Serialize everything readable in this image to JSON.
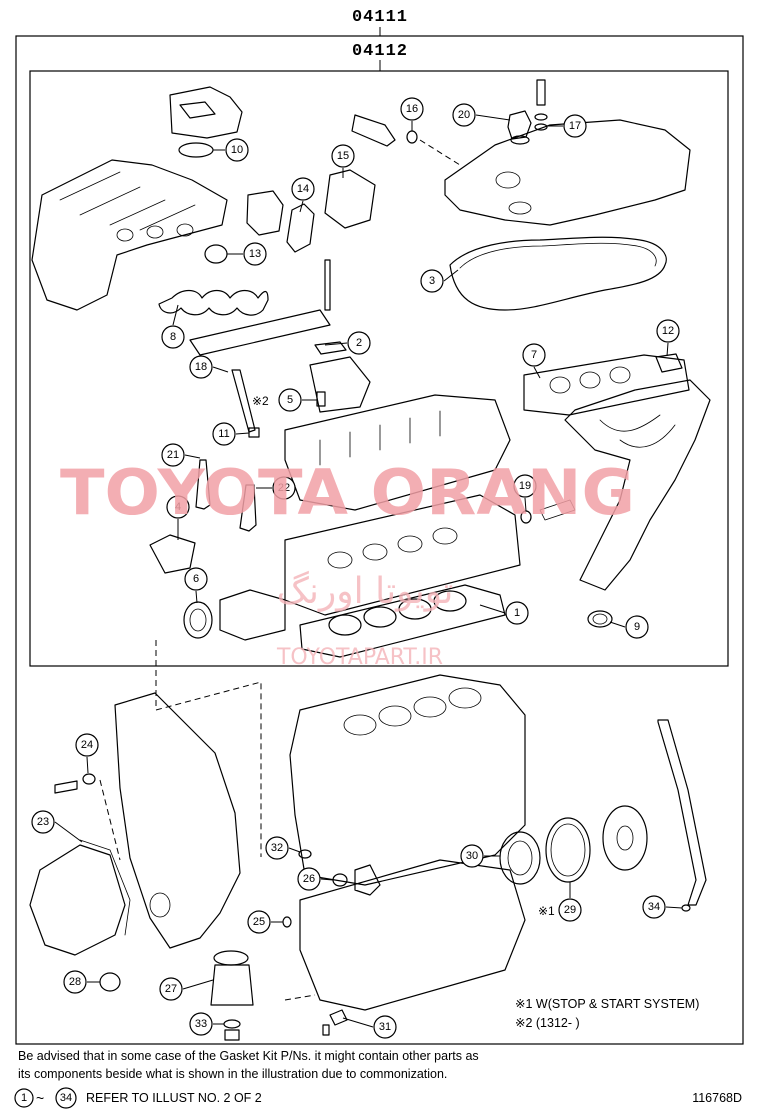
{
  "header": {
    "outer_code": "04111",
    "inner_code": "04112"
  },
  "watermark": {
    "brand": "TOYOTA ORANG",
    "persian": "تویوتا اورنگ",
    "url": "TOYOTAPART.IR",
    "color": "#f2a0a6"
  },
  "callouts": [
    {
      "n": "1"
    },
    {
      "n": "2"
    },
    {
      "n": "3"
    },
    {
      "n": "4"
    },
    {
      "n": "5"
    },
    {
      "n": "6"
    },
    {
      "n": "7"
    },
    {
      "n": "8"
    },
    {
      "n": "9"
    },
    {
      "n": "10"
    },
    {
      "n": "11"
    },
    {
      "n": "12"
    },
    {
      "n": "13"
    },
    {
      "n": "14"
    },
    {
      "n": "15"
    },
    {
      "n": "16"
    },
    {
      "n": "17"
    },
    {
      "n": "18"
    },
    {
      "n": "19"
    },
    {
      "n": "20"
    },
    {
      "n": "21"
    },
    {
      "n": "22"
    },
    {
      "n": "23"
    },
    {
      "n": "24"
    },
    {
      "n": "25"
    },
    {
      "n": "26"
    },
    {
      "n": "27"
    },
    {
      "n": "28"
    },
    {
      "n": "29"
    },
    {
      "n": "30"
    },
    {
      "n": "31"
    },
    {
      "n": "32"
    },
    {
      "n": "33"
    },
    {
      "n": "34"
    }
  ],
  "marks": {
    "mark2_near_5": "※2",
    "mark1_near_29": "※1"
  },
  "notes": {
    "note1": "※1 W(STOP & START SYSTEM)",
    "note2": "※2 (1312-       )"
  },
  "footer": {
    "advisory_line1": "Be advised that in some case of the Gasket Kit P/Ns.  it might contain other parts as",
    "advisory_line2": "its components beside what is shown in the illustration due to commonization.",
    "range_start": "1",
    "range_sep": "~",
    "range_end": "34",
    "refer_text": "REFER TO ILLUST NO. 2 OF 2",
    "illust_id": "116768D"
  }
}
